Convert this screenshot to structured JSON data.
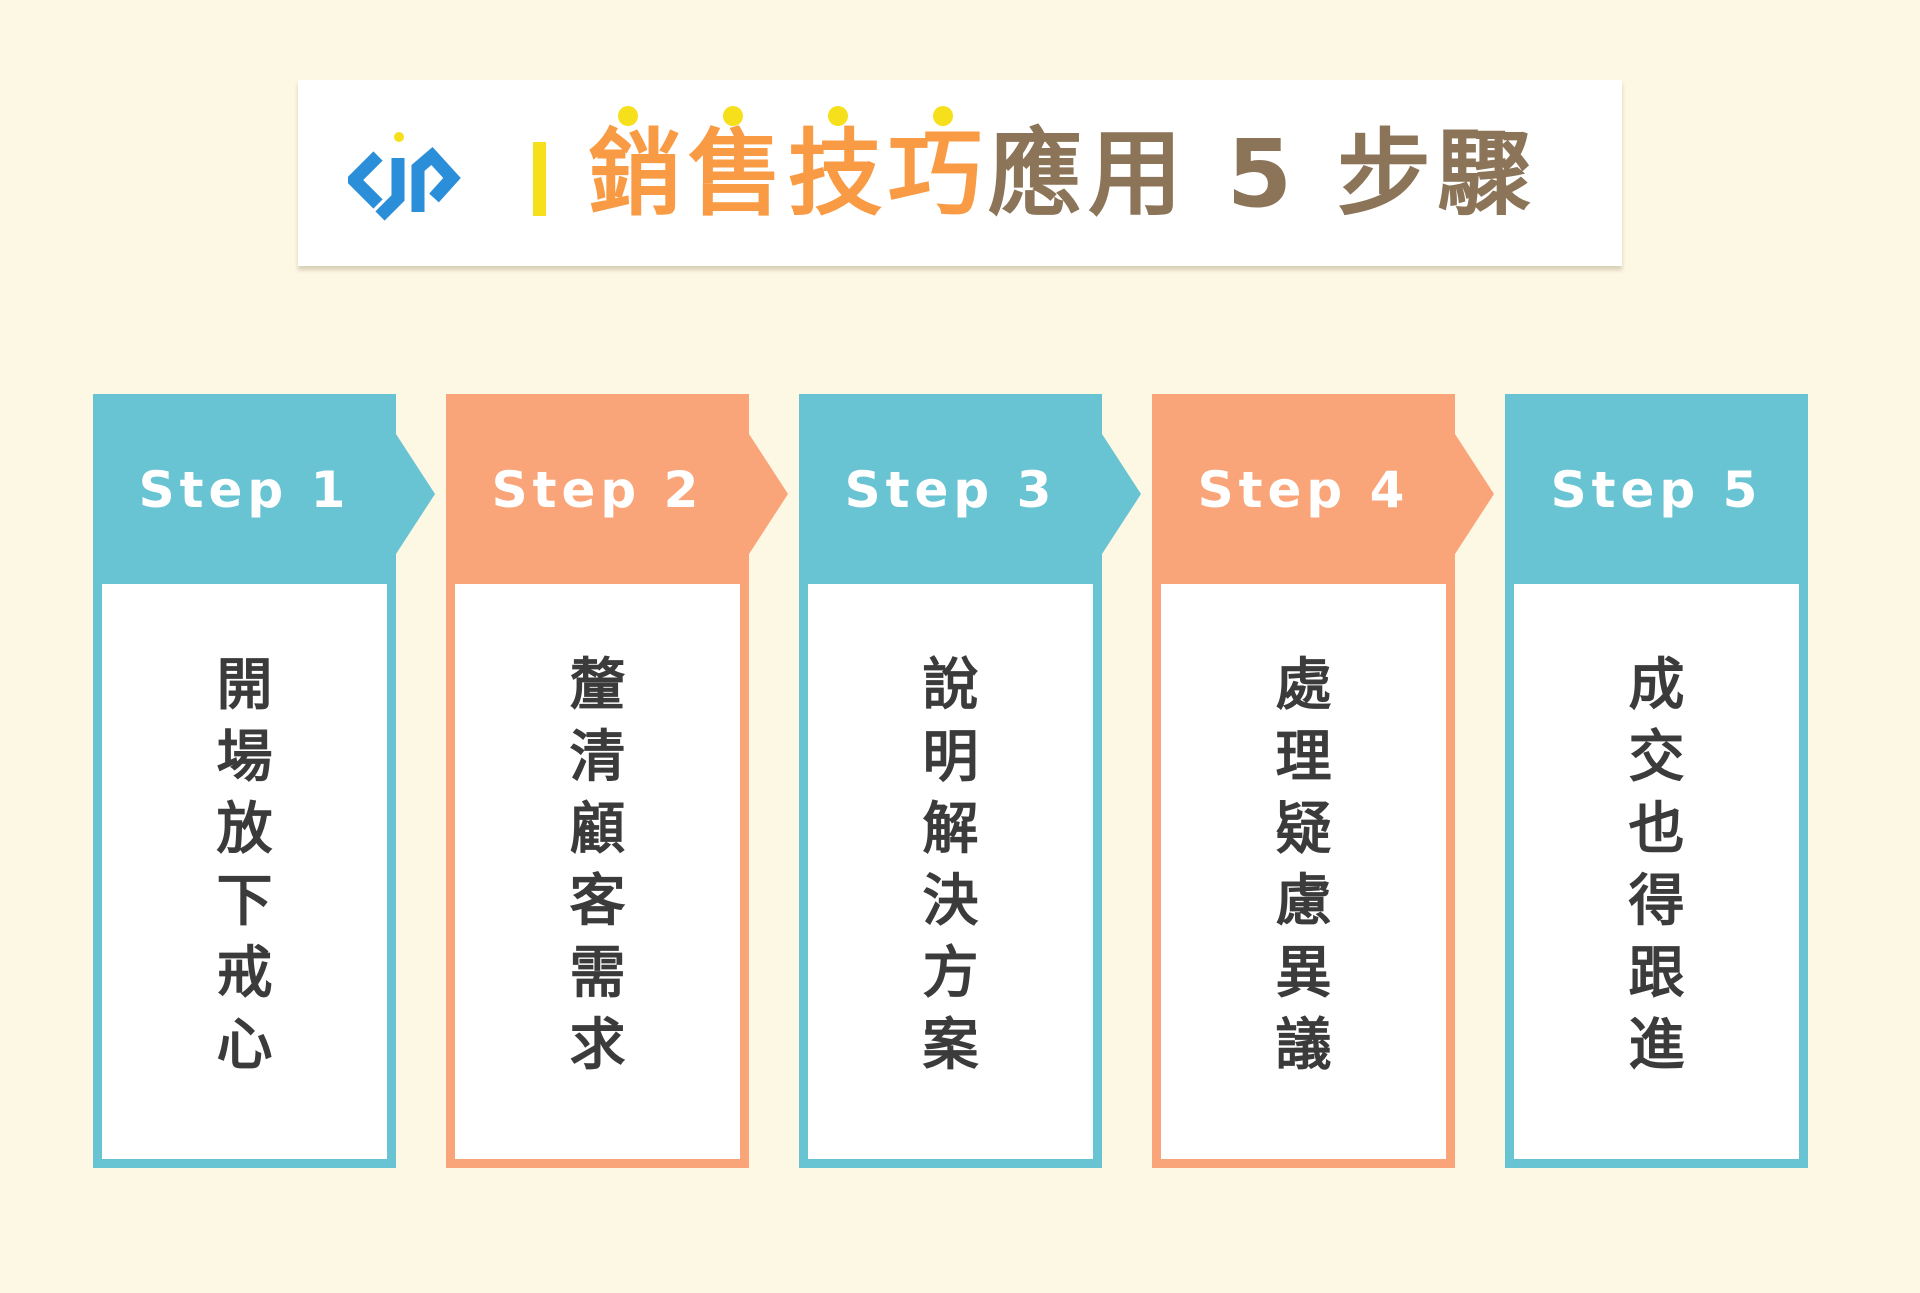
{
  "title": {
    "accent": "銷售技巧",
    "rest": "應用 5 步驟"
  },
  "logo": {
    "icon": "brand-logo-icon",
    "color": "#2a8ed8"
  },
  "colors": {
    "background": "#fdf8e3",
    "teal": "#68c3d3",
    "salmon": "#f9a479",
    "title_accent": "#f99b45",
    "title_rest": "#8c7459",
    "dot_yellow": "#f5e01b",
    "body_text": "#3b3b3b"
  },
  "steps": [
    {
      "label": "Step 1",
      "text": "開場放下戒心",
      "color": "#68c3d3"
    },
    {
      "label": "Step 2",
      "text": "釐清顧客需求",
      "color": "#f9a479"
    },
    {
      "label": "Step 3",
      "text": "說明解決方案",
      "color": "#68c3d3"
    },
    {
      "label": "Step 4",
      "text": "處理疑慮異議",
      "color": "#f9a479"
    },
    {
      "label": "Step 5",
      "text": "成交也得跟進",
      "color": "#68c3d3"
    }
  ]
}
